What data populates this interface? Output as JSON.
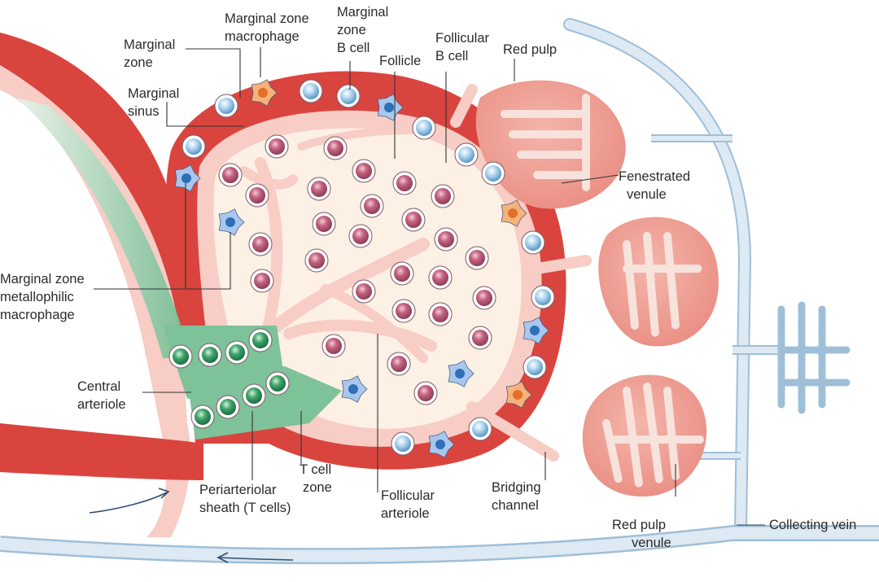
{
  "diagram": {
    "labels": {
      "marginal_zone": [
        "Marginal",
        "zone"
      ],
      "marginal_sinus": [
        "Marginal",
        "sinus"
      ],
      "mz_macrophage": [
        "Marginal zone",
        "macrophage"
      ],
      "mz_b_cell": [
        "Marginal",
        "zone",
        "B cell"
      ],
      "follicle": "Follicle",
      "follicular_b_cell": [
        "Follicular",
        "B cell"
      ],
      "red_pulp": "Red pulp",
      "fenestrated_venule": [
        "Fenestrated",
        "venule"
      ],
      "mz_metallophilic_macrophage": [
        "Marginal zone",
        "metallophilic",
        "macrophage"
      ],
      "central_arteriole": [
        "Central",
        "arteriole"
      ],
      "pals": [
        "Periarteriolar",
        "sheath (T cells)"
      ],
      "t_cell_zone": [
        "T cell",
        "zone"
      ],
      "follicular_arteriole": [
        "Follicular",
        "arteriole"
      ],
      "bridging_channel": [
        "Bridging",
        "channel"
      ],
      "red_pulp_venule": [
        "Red pulp",
        "venule"
      ],
      "collecting_vein": "Collecting vein"
    },
    "colors": {
      "marginal_zone_red": "#d9453e",
      "arteriole_pink": "#f7cdc6",
      "follicle_cream": "#fdf0e4",
      "vein_blue": "#dde9f3",
      "t_cell_green": "#3fa56a",
      "sheath_green": "#7ec29a",
      "red_pulp_pink": "#ef9a90",
      "b_cell_purple": "#a8506b",
      "mz_b_cell_blue": "#8fbfe0",
      "macrophage_orange": "#f08a3a",
      "metallophilic_blue": "#5f8fd0"
    },
    "icons": [
      "follicular-b-cell-icon",
      "marginal-zone-b-cell-icon",
      "marginal-zone-macrophage-icon",
      "metallophilic-macrophage-icon",
      "t-cell-icon",
      "flow-arrow-icon"
    ]
  }
}
